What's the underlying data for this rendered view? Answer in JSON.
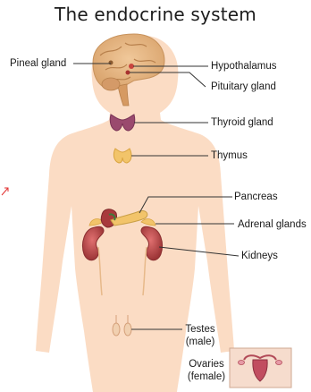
{
  "title": "The endocrine system",
  "labels": {
    "pineal": "Pineal gland",
    "hypothalamus": "Hypothalamus",
    "pituitary": "Pituitary gland",
    "thyroid": "Thyroid gland",
    "thymus": "Thymus",
    "pancreas": "Pancreas",
    "adrenal": "Adrenal glands",
    "kidneys": "Kidneys",
    "testes_line1": "Testes",
    "testes_line2": "(male)",
    "ovaries_line1": "Ovaries",
    "ovaries_line2": "(female)"
  },
  "colors": {
    "body_skin": "#fbdcc4",
    "brain": "#e8b98a",
    "organ_red": "#b8484a",
    "gland_yellow": "#f2c46a",
    "leader_line": "#333333"
  }
}
